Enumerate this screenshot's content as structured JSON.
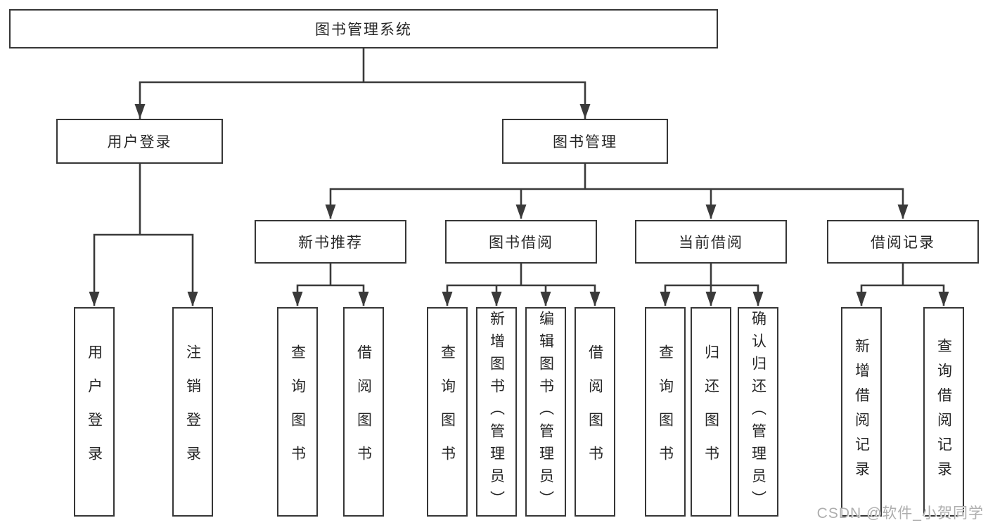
{
  "diagram": {
    "type": "hierarchy-tree",
    "watermark": "CSDN @软件_小贺同学",
    "colors": {
      "background": "#ffffff",
      "box_fill": "#ffffff",
      "box_border": "#363636",
      "line": "#3a3a3a",
      "text": "#262626",
      "watermark": "#aeaeae"
    },
    "tree": {
      "root": {
        "label": "图书管理系统"
      },
      "level2": [
        {
          "label": "用户登录",
          "children": [
            {
              "label": "用户登录"
            },
            {
              "label": "注销登录"
            }
          ]
        },
        {
          "label": "图书管理",
          "children": [
            {
              "label": "新书推荐",
              "children": [
                {
                  "label": "查询图书"
                },
                {
                  "label": "借阅图书"
                }
              ]
            },
            {
              "label": "图书借阅",
              "children": [
                {
                  "label": "查询图书"
                },
                {
                  "label": "新增图书（管理员）"
                },
                {
                  "label": "编辑图书（管理员）"
                },
                {
                  "label": "借阅图书"
                }
              ]
            },
            {
              "label": "当前借阅",
              "children": [
                {
                  "label": "查询图书"
                },
                {
                  "label": "归还图书"
                },
                {
                  "label": "确认归还（管理员）"
                }
              ]
            },
            {
              "label": "借阅记录",
              "children": [
                {
                  "label": "新增借阅记录"
                },
                {
                  "label": "查询借阅记录"
                }
              ]
            }
          ]
        }
      ]
    }
  }
}
